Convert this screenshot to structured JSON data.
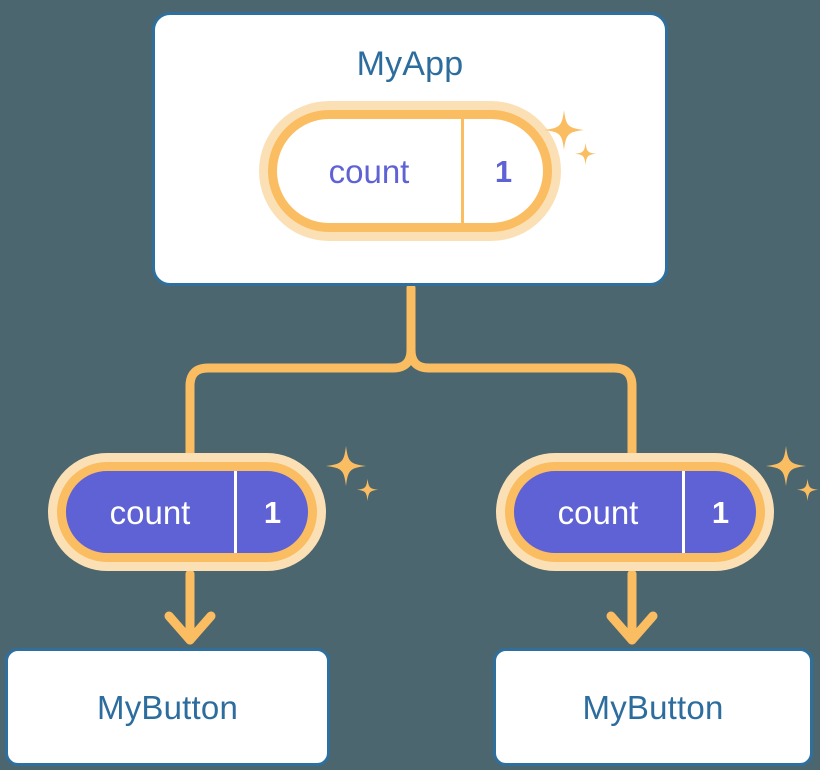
{
  "theme": {
    "background": "#4c666f",
    "card_border": "#2e6f9e",
    "card_fill": "#ffffff",
    "title_text": "#2d6d9e",
    "accent_orange": "#fabd62",
    "accent_orange_glow": "#fce0b5",
    "state_purple": "#5f62d4",
    "state_text_on_purple": "#ffffff"
  },
  "diagram": {
    "type": "component-state-propagation-tree",
    "root": {
      "title": "MyApp",
      "state": {
        "key": "count",
        "value": "1"
      }
    },
    "children": [
      {
        "title": "MyButton",
        "state": {
          "key": "count",
          "value": "1"
        }
      },
      {
        "title": "MyButton",
        "state": {
          "key": "count",
          "value": "1"
        }
      }
    ]
  },
  "icons": {
    "sparkle": "sparkle-icon",
    "arrow_down": "arrow-down-icon"
  }
}
